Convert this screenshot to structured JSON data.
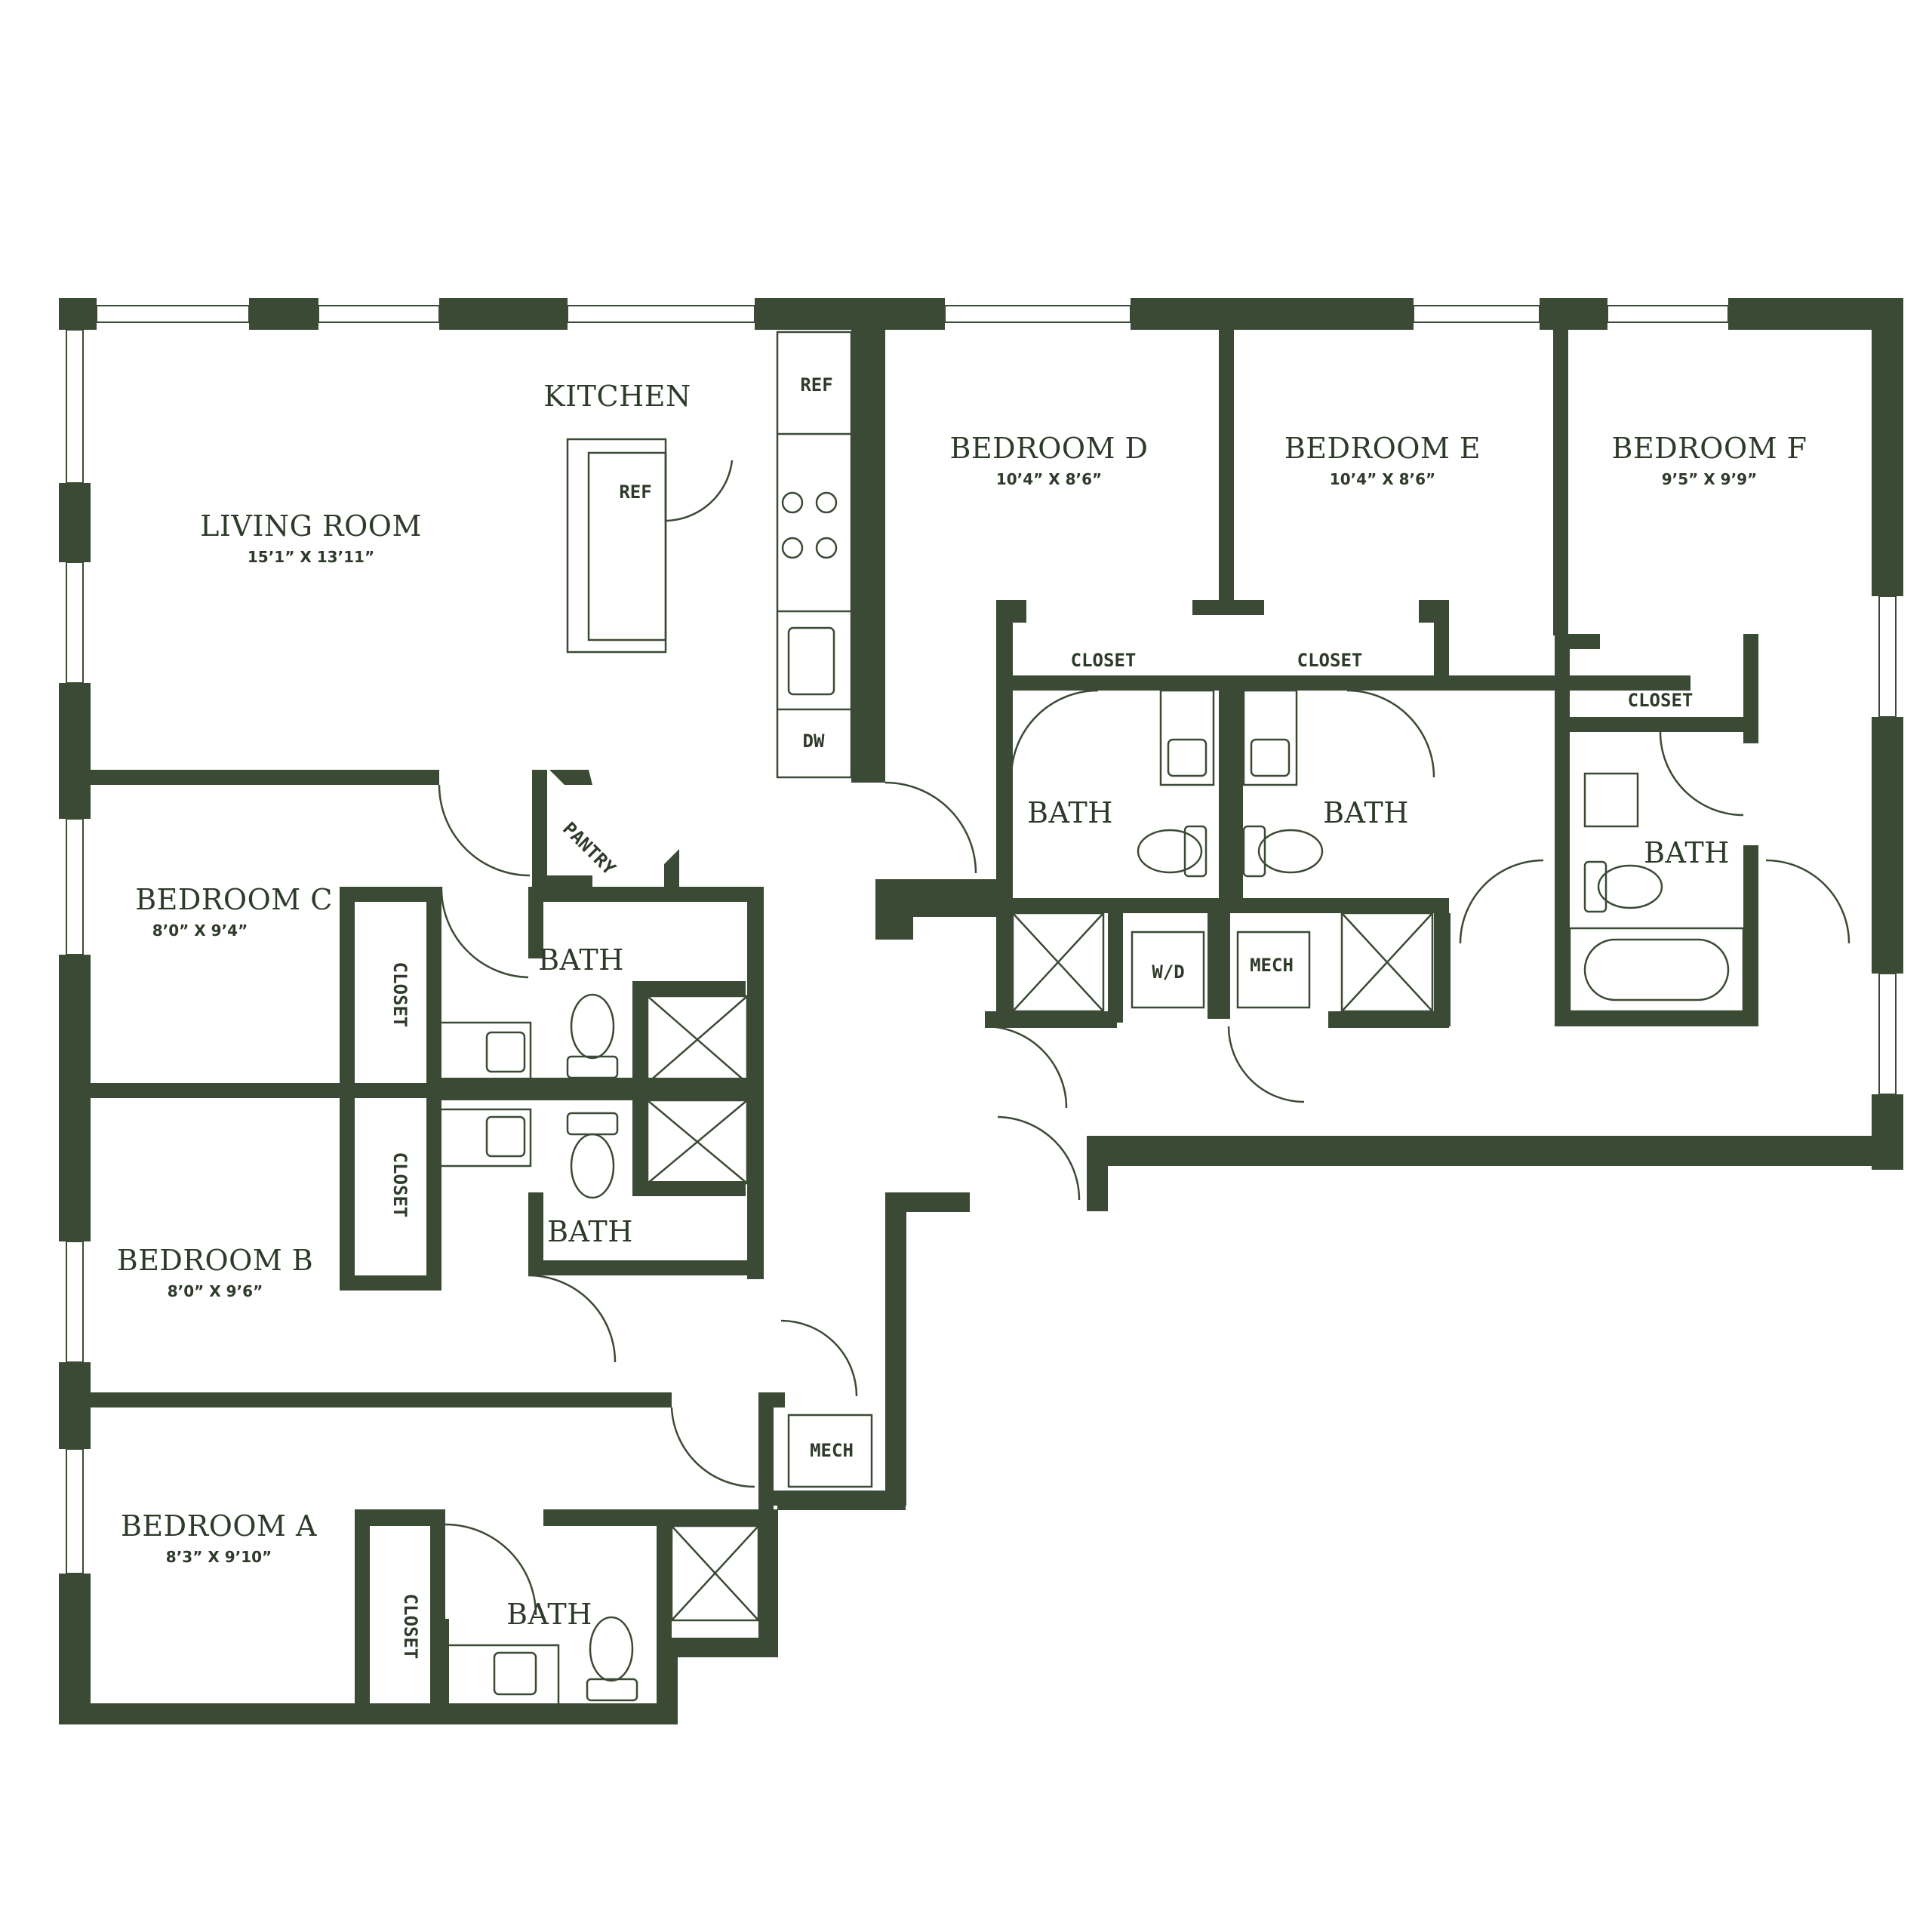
{
  "colors": {
    "wall": "#3b4a35",
    "background": "#ffffff"
  },
  "rooms": {
    "living": {
      "name": "LIVING ROOM",
      "dims": "15’1” X 13’11”"
    },
    "kitchen": {
      "name": "KITCHEN"
    },
    "bedroom_a": {
      "name": "BEDROOM A",
      "dims": "8’3” X 9’10”"
    },
    "bedroom_b": {
      "name": "BEDROOM B",
      "dims": "8’0” X 9’6”"
    },
    "bedroom_c": {
      "name": "BEDROOM C",
      "dims": "8’0” X 9’4”"
    },
    "bedroom_d": {
      "name": "BEDROOM D",
      "dims": "10’4” X 8’6”"
    },
    "bedroom_e": {
      "name": "BEDROOM E",
      "dims": "10’4” X 8’6”"
    },
    "bedroom_f": {
      "name": "BEDROOM F",
      "dims": "9’5” X 9’9”"
    }
  },
  "labels": {
    "bath": "BATH",
    "closet": "CLOSET",
    "ref": "REF",
    "dw": "DW",
    "pantry": "PANTRY",
    "wd": "W/D",
    "mech": "MECH"
  }
}
